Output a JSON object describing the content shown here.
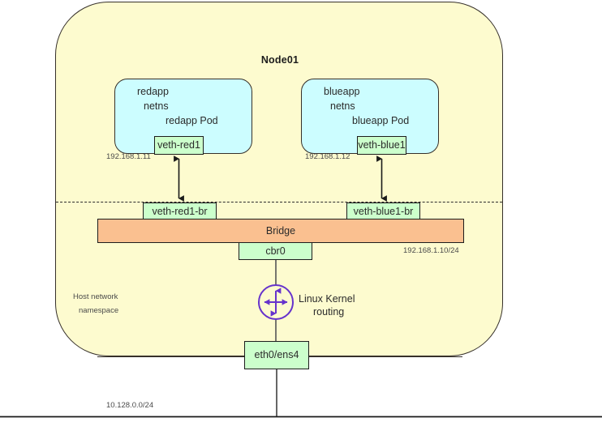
{
  "diagram": {
    "title": "Node01",
    "node": {
      "label": "Node01",
      "fill": "#fdfbcf",
      "stroke": "#36302a"
    },
    "pods": [
      {
        "name": "redapp",
        "line1": "redapp",
        "line2": "netns",
        "line3": "redapp Pod",
        "interface": "veth-red1",
        "ip": "192.168.1.11",
        "peer": "veth-red1-br",
        "fill": "#ccfdff"
      },
      {
        "name": "blueapp",
        "line1": "blueapp",
        "line2": "netns",
        "line3": "blueapp Pod",
        "interface": "veth-blue1",
        "ip": "192.168.1.12",
        "peer": "veth-blue1-br",
        "fill": "#ccfdff"
      }
    ],
    "bridge": {
      "label": "Bridge",
      "device": "cbr0",
      "ip": "192.168.1.10/24",
      "fill": "#fac090"
    },
    "host_namespace": {
      "line1": "Host network",
      "line2": "namespace"
    },
    "kernel": {
      "line1": "Linux Kernel",
      "line2": "routing",
      "icon": "four-way-arrow-routing-icon",
      "color": "#6633cc"
    },
    "uplink": {
      "interface": "eth0/ens4",
      "network": "10.128.0.0/24",
      "fill": "#ccffcc"
    }
  }
}
